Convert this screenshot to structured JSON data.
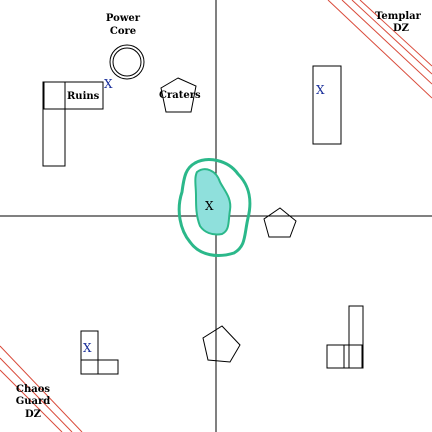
{
  "colors": {
    "objective_marker": "#1a2f9a",
    "center_marker": "#000000",
    "deployment_line": "#d94a3a",
    "center_zone_outline": "#2bb88a",
    "center_zone_fill": "#8fe0dc"
  },
  "labels": {
    "power_core_line1": "Power",
    "power_core_line2": "Core",
    "ruins": "Ruins",
    "craters": "Craters",
    "templar_line1": "Templar",
    "templar_line2": "DZ",
    "chaos_line1": "Chaos",
    "chaos_line2": "Guard",
    "chaos_line3": "DZ"
  },
  "markers": {
    "ruins_objective": "X",
    "right_objective": "X",
    "center_objective": "X",
    "lower_left_objective": "X"
  }
}
